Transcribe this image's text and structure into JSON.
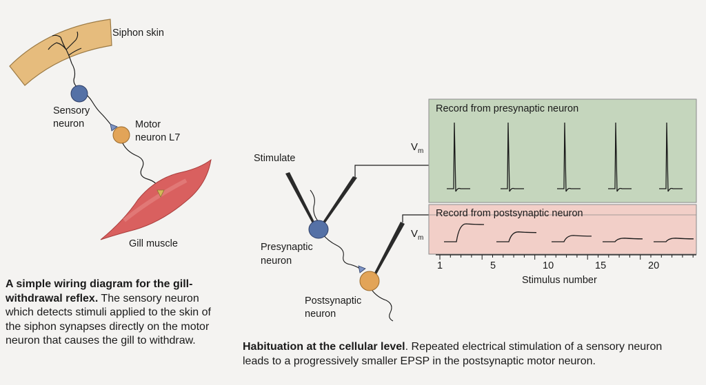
{
  "labels": {
    "siphon_skin": "Siphon skin",
    "sensory_neuron_1": "Sensory",
    "sensory_neuron_2": "neuron",
    "motor_neuron_1": "Motor",
    "motor_neuron_2": "neuron L7",
    "gill_muscle": "Gill muscle",
    "stimulate": "Stimulate",
    "presynaptic_1": "Presynaptic",
    "presynaptic_2": "neuron",
    "postsynaptic_1": "Postsynaptic",
    "postsynaptic_2": "neuron"
  },
  "panels": {
    "presynaptic_title": "Record from presynaptic neuron",
    "postsynaptic_title": "Record from postsynaptic neuron",
    "vm": "V",
    "vm_sub": "m"
  },
  "axis": {
    "label": "Stimulus number",
    "ticks": [
      "1",
      "5",
      "10",
      "15",
      "20"
    ]
  },
  "caption_left": {
    "bold": "A simple wiring diagram for the gill-withdrawal reflex.",
    "text": " The sensory neuron which detects stimuli applied to the skin of the siphon synapses directly on the motor neuron that causes the gill to withdraw."
  },
  "caption_right": {
    "bold": "Habituation at the cellular level",
    "text": ". Repeated electrical stimulation of a sensory neuron leads to a progressively smaller EPSP in the postsynaptic motor neuron."
  },
  "chart_data": {
    "type": "line",
    "xlabel": "Stimulus number",
    "x_ticks": [
      1,
      5,
      10,
      15,
      20
    ],
    "series": [
      {
        "name": "Record from presynaptic neuron",
        "spike_count": 5,
        "relative_amplitudes": [
          1,
          1,
          1,
          1,
          1
        ]
      },
      {
        "name": "Record from postsynaptic neuron",
        "epsp_count": 5,
        "relative_amplitudes": [
          1.0,
          0.55,
          0.35,
          0.2,
          0.2
        ]
      }
    ]
  },
  "colors": {
    "presynaptic_panel": "#c5d6bd",
    "postsynaptic_panel": "#f2cfc8",
    "sensory_neuron": "#5571a6",
    "motor_neuron": "#e2a458",
    "muscle": "#d9605f",
    "skin": "#e6bc7d"
  }
}
